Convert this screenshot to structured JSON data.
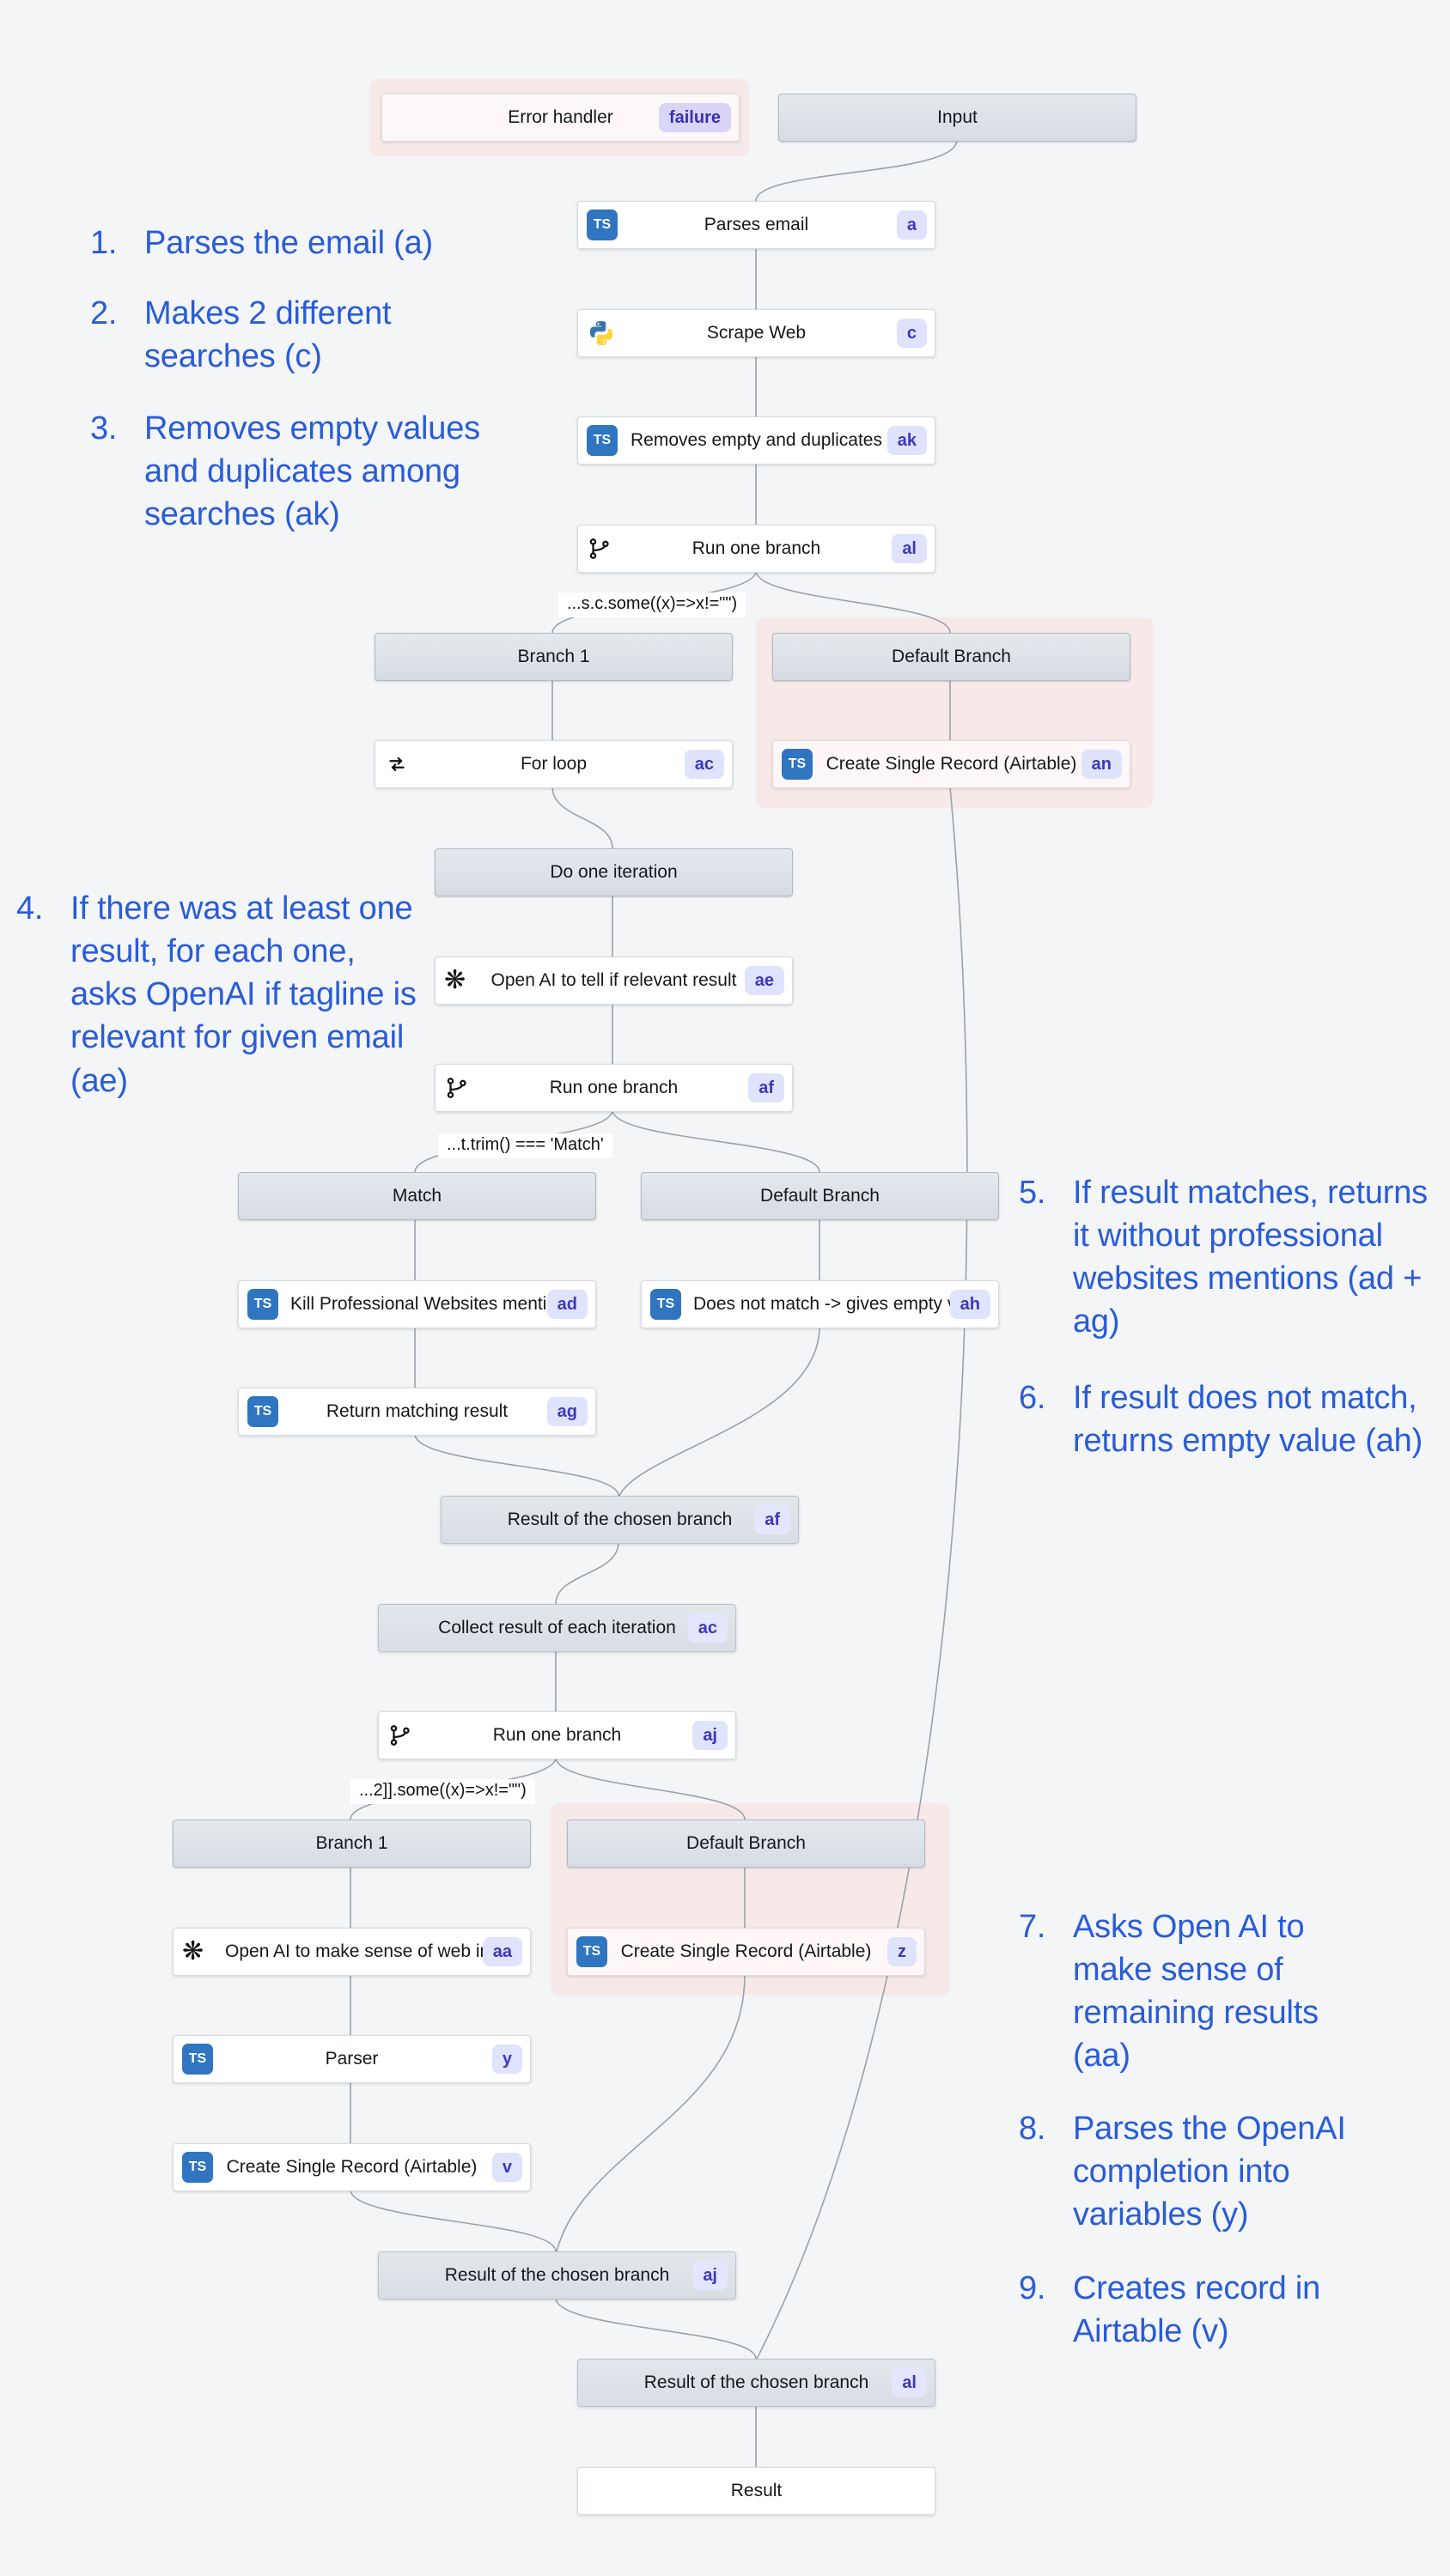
{
  "icons": {
    "ts": "TS",
    "openai": "❋"
  },
  "error_handler": {
    "label": "Error handler",
    "badge": "failure"
  },
  "nodes": {
    "input": {
      "label": "Input"
    },
    "parses_email": {
      "label": "Parses email",
      "badge": "a"
    },
    "scrape_web": {
      "label": "Scrape Web",
      "badge": "c"
    },
    "removes_empty": {
      "label": "Removes empty and duplicates",
      "badge": "ak"
    },
    "run_one_branch_al": {
      "label": "Run one branch",
      "badge": "al"
    },
    "branch_1": {
      "label": "Branch 1"
    },
    "default_branch": {
      "label": "Default Branch"
    },
    "for_loop": {
      "label": "For loop",
      "badge": "ac"
    },
    "create_record_an": {
      "label": "Create Single Record (Airtable)",
      "badge": "an"
    },
    "do_one_iteration": {
      "label": "Do one iteration"
    },
    "openai_relevant": {
      "label": "Open AI to tell if relevant result",
      "badge": "ae"
    },
    "run_one_branch_af": {
      "label": "Run one branch",
      "badge": "af"
    },
    "match": {
      "label": "Match"
    },
    "default_branch_2": {
      "label": "Default Branch"
    },
    "kill_mentions": {
      "label": "Kill Professional Websites mentions",
      "badge": "ad"
    },
    "no_match_empty": {
      "label": "Does not match -> gives empty value",
      "badge": "ah"
    },
    "return_matching": {
      "label": "Return matching result",
      "badge": "ag"
    },
    "result_chosen_af": {
      "label": "Result of the chosen branch",
      "badge": "af"
    },
    "collect_results": {
      "label": "Collect result of each iteration",
      "badge": "ac"
    },
    "run_one_branch_aj": {
      "label": "Run one branch",
      "badge": "aj"
    },
    "branch_1_2": {
      "label": "Branch 1"
    },
    "default_branch_3": {
      "label": "Default Branch"
    },
    "openai_make_sense": {
      "label": "Open AI to make sense of web info",
      "badge": "aa"
    },
    "create_record_z": {
      "label": "Create Single Record (Airtable)",
      "badge": "z"
    },
    "parser": {
      "label": "Parser",
      "badge": "y"
    },
    "create_record_v": {
      "label": "Create Single Record (Airtable)",
      "badge": "v"
    },
    "result_chosen_aj": {
      "label": "Result of the chosen branch",
      "badge": "aj"
    },
    "result_chosen_al": {
      "label": "Result of the chosen branch",
      "badge": "al"
    },
    "result": {
      "label": "Result"
    }
  },
  "conditions": {
    "c1": "...s.c.some((x)=>x!=\"\")",
    "c2": "...t.trim() === 'Match'",
    "c3": "...2]].some((x)=>x!=\"\")"
  },
  "annotations": [
    {
      "num": "1.",
      "text": "Parses the email (a)"
    },
    {
      "num": "2.",
      "text": "Makes 2 different searches (c)"
    },
    {
      "num": "3.",
      "text": "Removes empty values and duplicates among searches (ak)"
    },
    {
      "num": "4.",
      "text": "If there was at least one result, for each one, asks OpenAI if tagline is relevant for given email (ae)"
    },
    {
      "num": "5.",
      "text": "If result matches, returns it without professional websites mentions (ad + ag)"
    },
    {
      "num": "6.",
      "text": "If result does not match, returns empty value (ah)"
    },
    {
      "num": "7.",
      "text": "Asks Open AI to make sense of remaining results (aa)"
    },
    {
      "num": "8.",
      "text": "Parses the OpenAI completion into variables (y)"
    },
    {
      "num": "9.",
      "text": "Creates record in Airtable (v)"
    }
  ],
  "colors": {
    "background": "#f3f5f7",
    "annotation_blue": "#2a5cd7",
    "badge_bg": "#dfe3fb",
    "badge_text": "#3c39bb",
    "halo_pink": "#f8e9e9",
    "connector": "#9aa2aa",
    "ts_blue": "#2f75c0"
  }
}
